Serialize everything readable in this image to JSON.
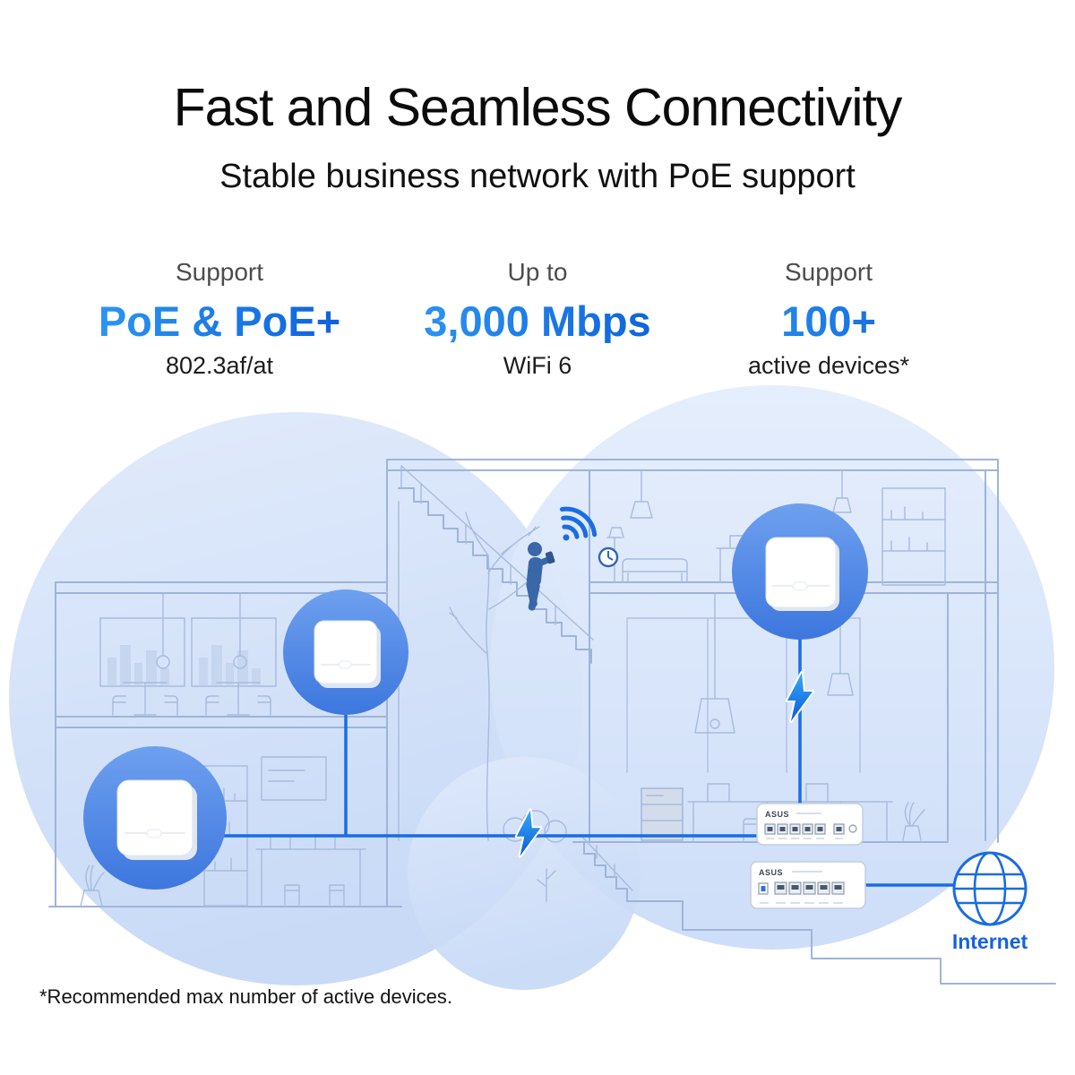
{
  "header": {
    "title": "Fast and Seamless Connectivity",
    "subtitle": "Stable business network with PoE support"
  },
  "features": [
    {
      "top": "Support",
      "value": "PoE & PoE+",
      "bottom": "802.3af/at"
    },
    {
      "top": "Up to",
      "value": "3,000 Mbps",
      "bottom": "WiFi 6"
    },
    {
      "top": "Support",
      "value": "100+",
      "bottom": "active devices*"
    }
  ],
  "diagram": {
    "internet_label": "Internet",
    "switch_brand": "ASUS"
  },
  "footnote": "*Recommended max number of active devices.",
  "colors": {
    "accent_blue": "#1a6ce2",
    "value_gradient_start": "#2f9bf4",
    "value_gradient_end": "#0a5cd8",
    "blob_blue": "#c9daf6",
    "line_art": "#9fb4d8",
    "ap_circle_blue": "#4d82e4",
    "person_blue": "#3a67a8"
  }
}
